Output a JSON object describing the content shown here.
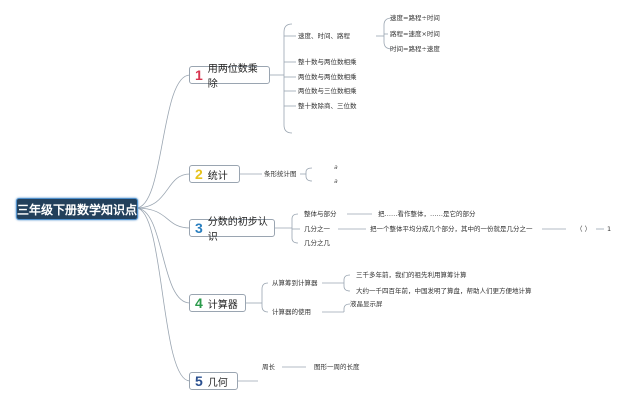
{
  "root": {
    "title": "三年级下册数学知识点"
  },
  "branches": [
    {
      "num": "1",
      "label": "用两位数乘除",
      "color": "#d8344f",
      "children": [
        {
          "label": "速度、时间、路程",
          "children": [
            "速度=路程÷时间",
            "路程=速度×时间",
            "时间=路程÷速度"
          ]
        },
        {
          "label": "整十数与两位数相乘"
        },
        {
          "label": "两位数与两位数相乘"
        },
        {
          "label": "两位数与三位数相乘"
        },
        {
          "label": "整十数除商、三位数"
        }
      ]
    },
    {
      "num": "2",
      "label": "统计",
      "color": "#e7c31d",
      "children": [
        {
          "label": "条形统计图",
          "children": [
            "a",
            "a"
          ]
        }
      ]
    },
    {
      "num": "3",
      "label": "分数的初步认识",
      "color": "#2a7fbf",
      "children": [
        {
          "label": "整体与部分",
          "children": [
            "把……看作整体，……是它的部分"
          ]
        },
        {
          "label": "几分之一",
          "children": [
            "把一个整体平均分成几个部分，其中的一份就是几分之一"
          ],
          "extra": [
            "（ ）",
            "1"
          ]
        },
        {
          "label": "几分之几"
        }
      ]
    },
    {
      "num": "4",
      "label": "计算器",
      "color": "#2a9a4a",
      "children": [
        {
          "label": "从算筹到计算器",
          "children": [
            "三千多年前，我们的祖先利用算筹计算",
            "大约一千四百年前，中国发明了算盘，帮助人们更方便地计算"
          ]
        },
        {
          "label": "计算器的使用",
          "children": [
            "液晶显示屏"
          ]
        }
      ]
    },
    {
      "num": "5",
      "label": "几何",
      "color": "#2a4f8f",
      "children": [
        {
          "label": "周长",
          "children": [
            "图形一周的长度"
          ]
        }
      ]
    }
  ]
}
